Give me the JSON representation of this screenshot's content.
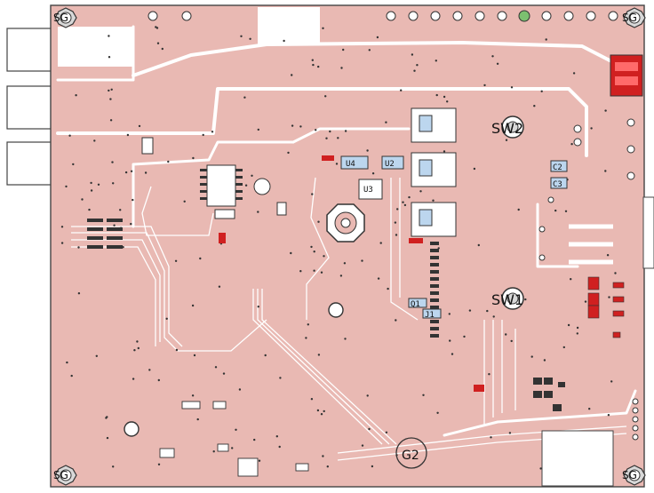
{
  "board": {
    "colors": {
      "page": "#ffffff",
      "copper": "#e9b9b3",
      "copper_dark": "#d9a39c",
      "trace_gap": "#ffffff",
      "outline": "#444444",
      "pad_red": "#d02020",
      "pad_dark": "#3a3a3a",
      "silk": "#111111",
      "component_blue": "#bcd6ee",
      "hole_green": "#7cc070"
    },
    "labels": {
      "hole_top_left": "SG",
      "hole_top_right": "SG",
      "hole_bottom_left": "SG",
      "hole_bottom_right": "SG",
      "switch_2": "SW2",
      "switch_1": "SW1",
      "u4": "U4",
      "u2": "U2",
      "u3": "U3",
      "q1": "Q1",
      "j1": "J1",
      "c2": "C2",
      "c3": "C3",
      "bottom_part": "G2"
    }
  }
}
